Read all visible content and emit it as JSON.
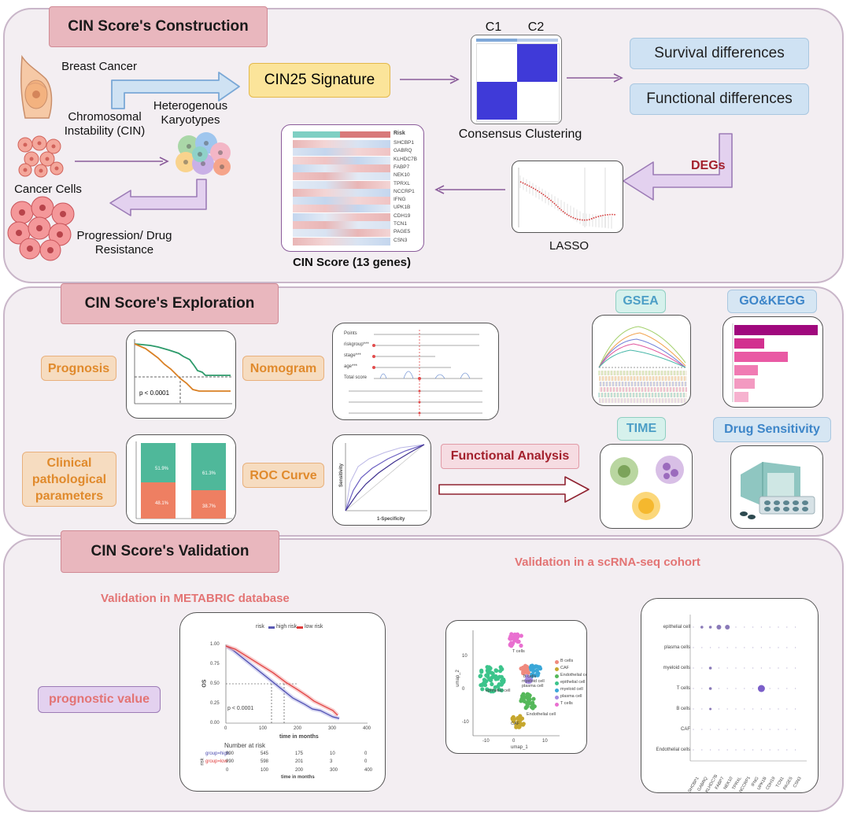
{
  "construction": {
    "title": "CIN Score's Construction",
    "breast_cancer": "Breast Cancer",
    "chromosomal_instability": "Chromosomal Instability (CIN)",
    "heterogenous_karyotypes": "Heterogenous Karyotypes",
    "cancer_cells": "Cancer Cells",
    "progression": "Progression/ Drug Resistance",
    "signature": "CIN25 Signature",
    "c1": "C1",
    "c2": "C2",
    "consensus": "Consensus Clustering",
    "survival": "Survival differences",
    "functional": "Functional differences",
    "degs": "DEGs",
    "lasso": "LASSO",
    "cin_score": "CIN Score (13 genes)",
    "heatmap_risk": "Risk",
    "genes": [
      "SHCBP1",
      "GABRQ",
      "KLHDC7B",
      "FABP7",
      "NEK10",
      "TPRXL",
      "NCCRP1",
      "IFNG",
      "UPK1B",
      "CDH19",
      "TCN1",
      "PAGE5",
      "CSN3"
    ]
  },
  "exploration": {
    "title": "CIN Score's Exploration",
    "prognosis": "Prognosis",
    "nomogram": "Nomogram",
    "clinical": "Clinical pathological parameters",
    "roc": "ROC Curve",
    "functional_analysis": "Functional Analysis",
    "gsea": "GSEA",
    "gokegg": "GO&KEGG",
    "time": "TIME",
    "drug": "Drug Sensitivity",
    "km_p": "p < 0.0001",
    "bar_top": [
      "51.9%",
      "61.3%"
    ],
    "bar_bottom": [
      "48.1%",
      "38.7%"
    ],
    "roc_xlabel": "1-Specificity",
    "roc_ylabel": "Sensitivity",
    "nomo_labels": [
      "Points",
      "riskgroup***",
      "stage***",
      "age***",
      "Total score"
    ]
  },
  "validation": {
    "title": "CIN Score's Validation",
    "metabric": "Validation in METABRIC database",
    "scrna": "Validation in a scRNA-seq cohort",
    "prognostic": "prognostic value",
    "km": {
      "legend_risk": "risk",
      "legend_high": "high risk",
      "legend_low": "low risk",
      "ylabel": "OS",
      "xlabel": "time in months",
      "p": "p < 0.0001",
      "y_ticks": [
        "1.00",
        "0.75",
        "0.50",
        "0.25",
        "0.00"
      ],
      "x_ticks": [
        "0",
        "100",
        "200",
        "300",
        "400"
      ],
      "number_at_risk": "Number at risk",
      "risk_label": "risk",
      "group_high": "group=high",
      "group_low": "group=low",
      "high_counts": [
        "990",
        "545",
        "175",
        "10",
        "0"
      ],
      "low_counts": [
        "990",
        "598",
        "201",
        "3",
        "0"
      ]
    },
    "umap": {
      "xlabel": "umap_1",
      "ylabel": "umap_2",
      "legend": [
        "B cells",
        "CAF",
        "Endothelial cell",
        "epithelial cell",
        "myeloid cell",
        "plasma cell",
        "T cells"
      ],
      "colors": [
        "#f08a7e",
        "#c6a72e",
        "#55b85a",
        "#3cc48b",
        "#3aa7d8",
        "#a48ae0",
        "#e96fd0"
      ],
      "cluster_labels": [
        "T cells",
        "B cells",
        "myeloid cell",
        "plasma cell",
        "epithelial cell",
        "Endothelial cell",
        "CAF"
      ],
      "x_ticks": [
        "-10",
        "0",
        "10"
      ],
      "y_ticks": [
        "10",
        "0",
        "-10"
      ]
    },
    "dot": {
      "rows": [
        "epithelial cell",
        "plasma cells",
        "myeloid cells",
        "T cells",
        "B cells",
        "CAF",
        "Endothelial cells"
      ],
      "cols": [
        "SHCBP1",
        "GABRQ",
        "KLHDC7B",
        "FABP7",
        "NEK10",
        "TPRXL",
        "NCCRP1",
        "IFNG",
        "UPK1B",
        "CDH19",
        "TCN1",
        "PAGE5",
        "CSN3"
      ]
    }
  }
}
